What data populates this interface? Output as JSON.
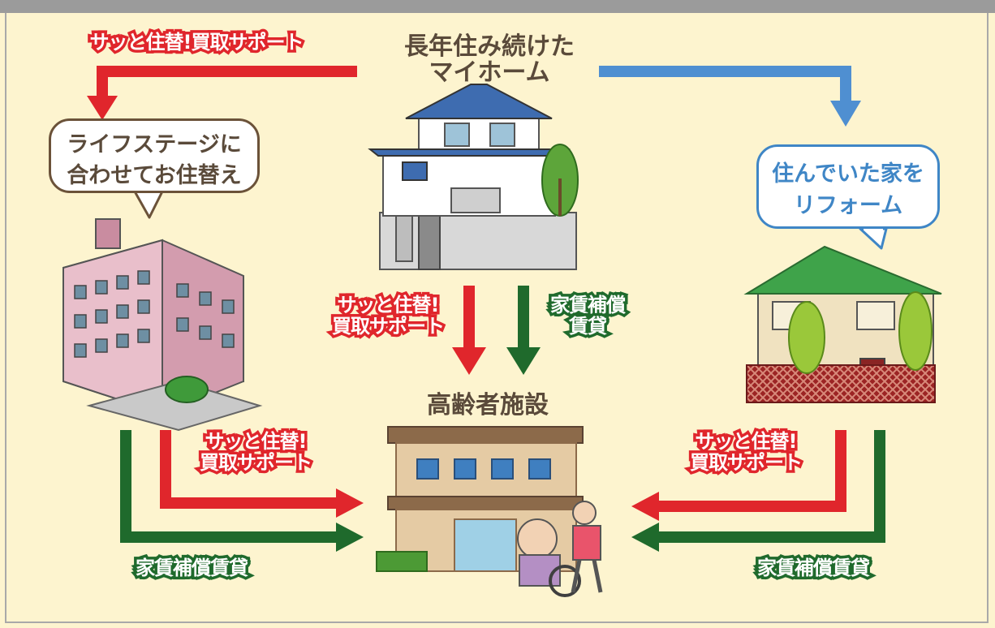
{
  "top_house_label": [
    "長年住み続けた",
    "マイホーム"
  ],
  "facility_label": "高齢者施設",
  "bubble_left": [
    "ライフステージに",
    "合わせてお住替え"
  ],
  "bubble_right": [
    "住んでいた家を",
    "リフォーム"
  ],
  "buyback_support_oneline": "サッと住替!買取サポート",
  "buyback_support_twoline": [
    "サッと住替!",
    "買取サポート"
  ],
  "rent_guarantee_twoline": [
    "家賃補償",
    "賃貸"
  ],
  "rent_guarantee_oneline": "家賃補償賃貸",
  "colors": {
    "background": "#fdf4cf",
    "frame_bar": "#9b9b9b",
    "red_arrow": "#e0262c",
    "green_arrow": "#1f6a2c",
    "blue_arrow": "#4f8fd1",
    "brown_text": "#5a4a3a"
  }
}
